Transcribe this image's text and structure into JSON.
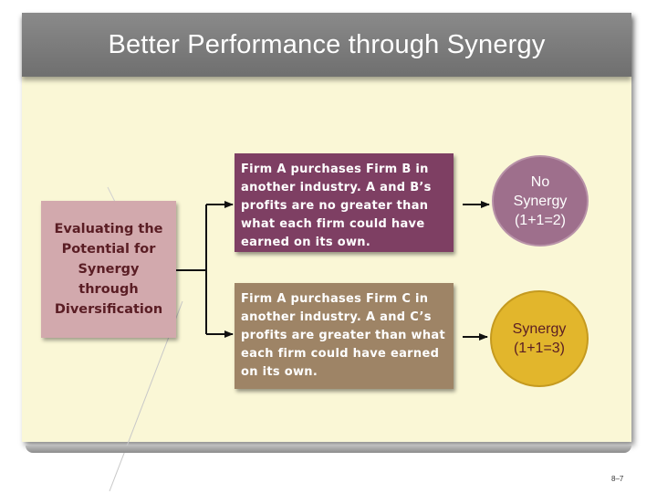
{
  "title": "Better Performance through Synergy",
  "eval_box": {
    "line1": "Evaluating the",
    "line2": "Potential for",
    "line3": "Synergy",
    "line4": "through",
    "line5": "Diversification"
  },
  "scenario_b": {
    "text": "Firm A purchases Firm B in another industry. A and B’s profits are no greater than what each firm could have earned on its own."
  },
  "scenario_c": {
    "text": "Firm A purchases Firm C in another industry. A and C’s profits are greater than what each firm could have earned on its own."
  },
  "outcome_no": {
    "line1": "No",
    "line2": "Synergy",
    "line3": "(1+1=2)"
  },
  "outcome_yes": {
    "line1": "Synergy",
    "line2": "(1+1=3)"
  },
  "page_number": "8–7",
  "colors": {
    "panel": "#faf7d6",
    "title_bar": "#7d7d7d",
    "eval_box": "#d2a9ad",
    "scenario_b": "#7e3f63",
    "scenario_c": "#9e8466",
    "outcome_no": "#9e6f8c",
    "outcome_yes": "#e2b62c"
  }
}
